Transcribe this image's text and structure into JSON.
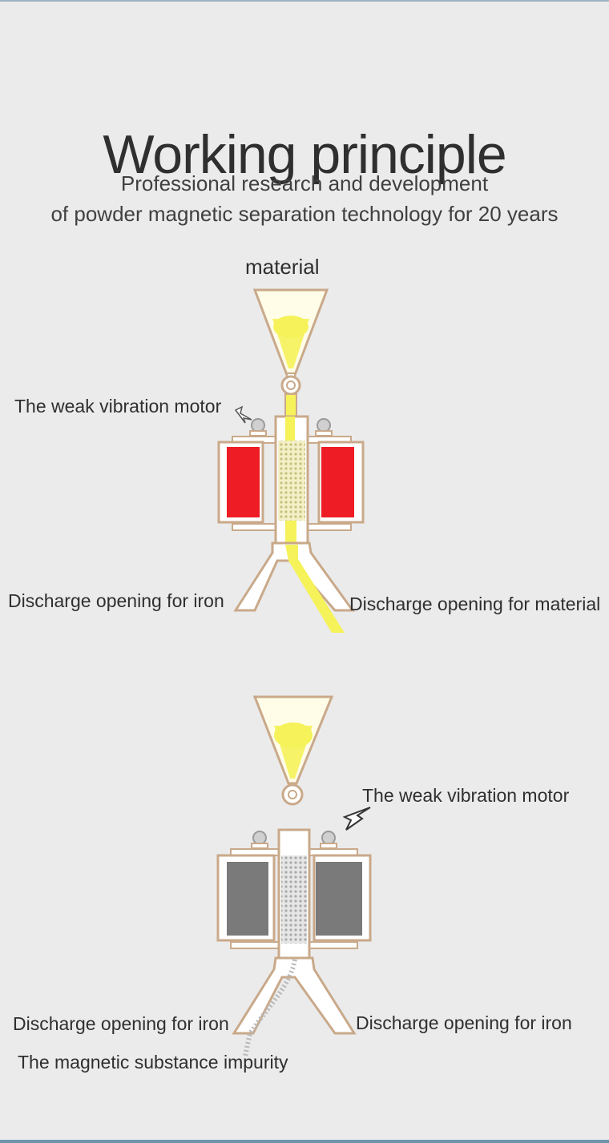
{
  "header": {
    "title": "Working principle",
    "subtitle_line1": "Professional research and development",
    "subtitle_line2": "of powder magnetic separation technology for 20 years"
  },
  "diagram_top": {
    "state": "magnet on",
    "magnet_color": "#ee1c24",
    "material_color": "#f5f25a",
    "labels": {
      "material": "material",
      "motor": "The weak vibration motor",
      "iron_outlet": "Discharge opening for iron",
      "material_outlet": "Discharge opening for material"
    }
  },
  "diagram_bottom": {
    "state": "magnet off",
    "magnet_color": "#7a7a7a",
    "material_color": "#f5f25a",
    "impurity_color": "#bfbfbf",
    "labels": {
      "motor": "The weak vibration motor",
      "iron_outlet_left": "Discharge opening for iron",
      "iron_outlet_right": "Discharge opening for iron",
      "impurity": "The magnetic substance impurity"
    }
  },
  "colors": {
    "frame_outline": "#c9a98a",
    "background": "#ebebeb"
  }
}
